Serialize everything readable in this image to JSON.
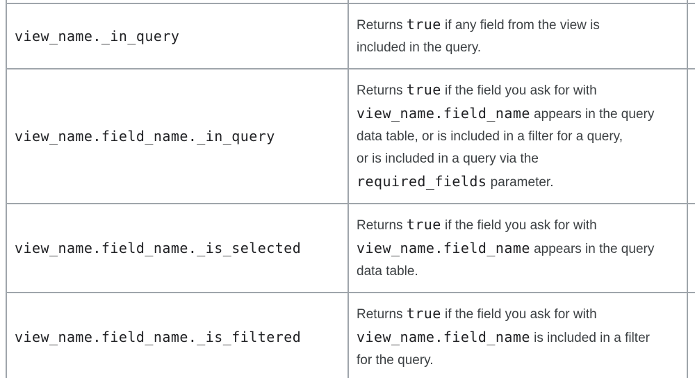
{
  "colors": {
    "border": "#9fa5ab",
    "body_text": "#3c4043",
    "code_text": "#202124",
    "background": "#ffffff"
  },
  "table": {
    "rows": [
      {
        "name": "view_name._in_query",
        "description": "Returns true if any field from the view is included in the query.",
        "description_segments": [
          {
            "text": "Returns "
          },
          {
            "code": "true"
          },
          {
            "text": " if any field from the view is"
          },
          {
            "break": true
          },
          {
            "text": "included in the query."
          }
        ]
      },
      {
        "name": "view_name.field_name._in_query",
        "description": "Returns true if the field you ask for with view_name.field_name appears in the query data table, or is included in a filter for a query, or is included in a query via the required_fields parameter.",
        "description_segments": [
          {
            "text": "Returns "
          },
          {
            "code": "true"
          },
          {
            "text": " if the field you ask for with"
          },
          {
            "break": true
          },
          {
            "code": "view_name.field_name"
          },
          {
            "text": " appears in the query"
          },
          {
            "break": true
          },
          {
            "text": "data table, or is included in a filter for a query,"
          },
          {
            "break": true
          },
          {
            "text": "or is included in a query via the"
          },
          {
            "break": true
          },
          {
            "code": "required_fields"
          },
          {
            "text": " parameter."
          }
        ]
      },
      {
        "name": "view_name.field_name._is_selected",
        "description": "Returns true if the field you ask for with view_name.field_name appears in the query data table.",
        "description_segments": [
          {
            "text": "Returns "
          },
          {
            "code": "true"
          },
          {
            "text": " if the field you ask for with"
          },
          {
            "break": true
          },
          {
            "code": "view_name.field_name"
          },
          {
            "text": " appears in the query"
          },
          {
            "break": true
          },
          {
            "text": "data table."
          }
        ]
      },
      {
        "name": "view_name.field_name._is_filtered",
        "description": "Returns true if the field you ask for with view_name.field_name is included in a filter for the query.",
        "description_segments": [
          {
            "text": "Returns "
          },
          {
            "code": "true"
          },
          {
            "text": " if the field you ask for with"
          },
          {
            "break": true
          },
          {
            "code": "view_name.field_name"
          },
          {
            "text": " is included in a filter"
          },
          {
            "break": true
          },
          {
            "text": "for the query."
          }
        ]
      }
    ]
  }
}
